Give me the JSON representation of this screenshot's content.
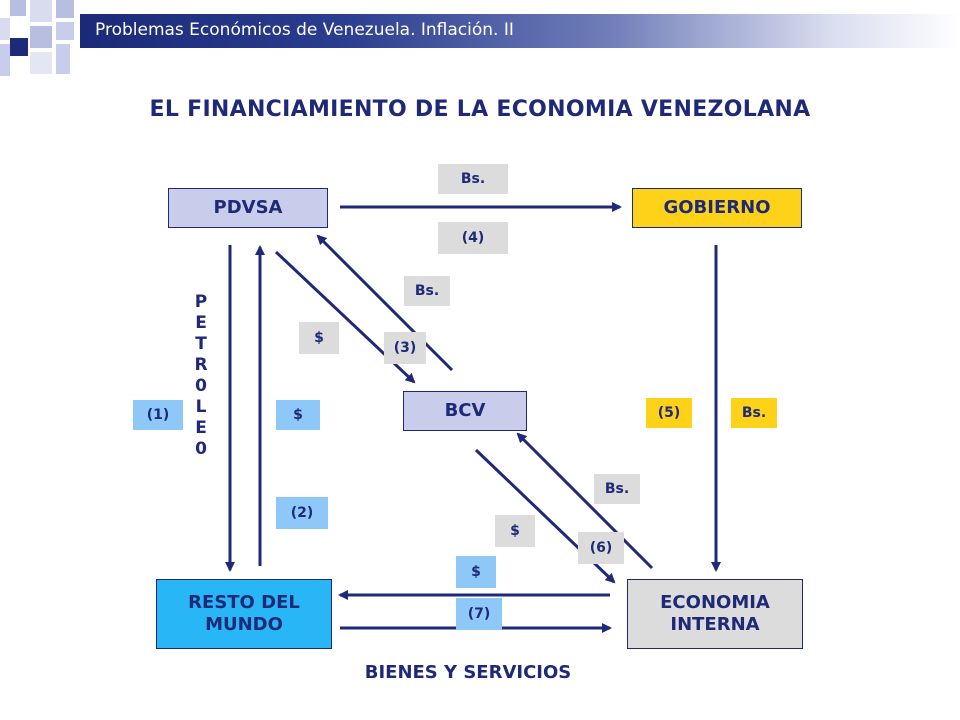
{
  "header": {
    "title": "Problemas Económicos de Venezuela.  Inflación.  II"
  },
  "title": "EL FINANCIAMIENTO DE LA ECONOMIA VENEZOLANA",
  "nodes": {
    "pdvsa": "PDVSA",
    "gobierno": "GOBIERNO",
    "bcv": "BCV",
    "resto": [
      "RESTO DEL",
      "MUNDO"
    ],
    "economia": [
      "ECONOMIA",
      "INTERNA"
    ]
  },
  "vertical_label": [
    "P",
    "E",
    "T",
    "R",
    "0",
    "L",
    "E",
    "0"
  ],
  "labels": {
    "bs_top": "Bs.",
    "flow4": "(4)",
    "bs_mid": "Bs.",
    "dollar_a": "$",
    "flow3": "(3)",
    "flow1": "(1)",
    "dollar_b": "$",
    "flow2": "(2)",
    "flow5": "(5)",
    "bs_right": "Bs.",
    "bs_low": "Bs.",
    "dollar_c": "$",
    "flow6": "(6)",
    "dollar_d": "$",
    "flow7": "(7)"
  },
  "footer": "BIENES Y SERVICIOS",
  "colors": {
    "navy": "#1e2a78",
    "lavender": "#c8cdec",
    "gold": "#ffd21a",
    "sky": "#29b6f6",
    "light_gray": "#dcdcdc",
    "light_blue": "#8dc8f8"
  }
}
